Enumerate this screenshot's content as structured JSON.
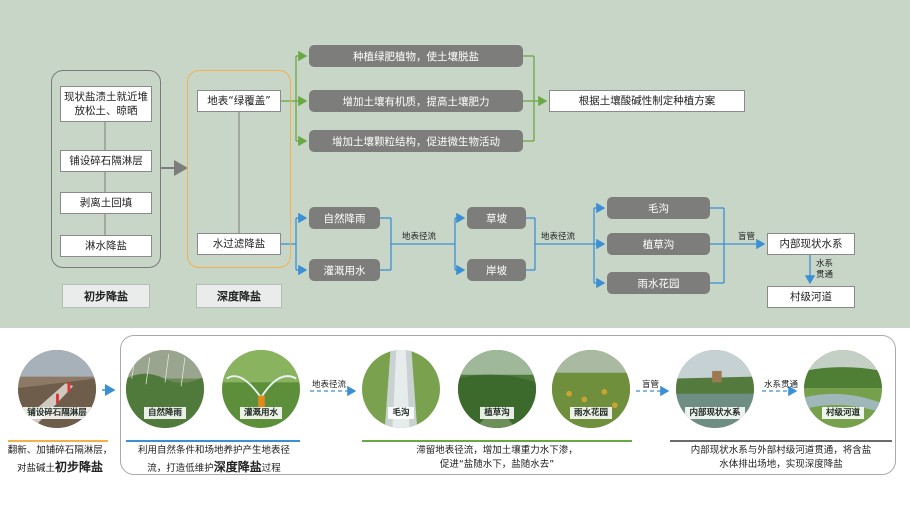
{
  "stage1": {
    "steps": [
      "现状盐渍土就近堆放松土、晾晒",
      "铺设碎石隔淋层",
      "剥离土回填",
      "淋水降盐"
    ],
    "label": "初步降盐"
  },
  "stage2": {
    "box_cover": "地表“绿覆盖”",
    "box_filter": "水过滤降盐",
    "label": "深度降盐"
  },
  "cover_branch": {
    "items": [
      "种植绿肥植物，使土壤脱盐",
      "增加土壤有机质，提高土壤肥力",
      "增加土壤颗粒结构，促进微生物活动"
    ],
    "result": "根据土壤酸碱性制定种植方案"
  },
  "water_branch": {
    "sources": [
      "自然降雨",
      "灌溉用水"
    ],
    "flow_label_1": "地表径流",
    "slopes": [
      "草坡",
      "岸坡"
    ],
    "flow_label_2": "地表径流",
    "channels": [
      "毛沟",
      "植草沟",
      "雨水花园"
    ],
    "pipe_label": "盲管",
    "internal": "内部现状水系",
    "link_label": "水系贯通",
    "river": "村级河道"
  },
  "photos": {
    "p1": "铺设碎石隔淋层",
    "p2": "自然降雨",
    "p3": "灌溉用水",
    "p4": "毛沟",
    "p5": "植草沟",
    "p6": "雨水花园",
    "p7": "内部现状水系",
    "p8": "村级河道",
    "arrow1": "地表径流",
    "arrow2": "盲管",
    "arrow3": "水系贯通"
  },
  "captions": {
    "c1_pre": "翻新、加铺碎石隔淋层，",
    "c1_mid": "对盐碱土",
    "c1_bold": "初步降盐",
    "c2_pre": "利用自然条件和场地养护产生地表径",
    "c2_mid": "流，打造低维护",
    "c2_bold": "深度降盐",
    "c2_post": "过程",
    "c3_line1": "滞留地表径流，增加土壤重力水下渗，",
    "c3_line2": "促进“盐随水下，盐随水去”",
    "c4_line1": "内部现状水系与外部村级河道贯通，将含盐",
    "c4_line2": "水体排出场地，实现深度降盐"
  },
  "colors": {
    "background": "#c8d6c8",
    "green_line": "#6aa843",
    "blue_line": "#3b8fd4",
    "orange": "#f3b04b",
    "gray_box": "#7d7e7b"
  }
}
